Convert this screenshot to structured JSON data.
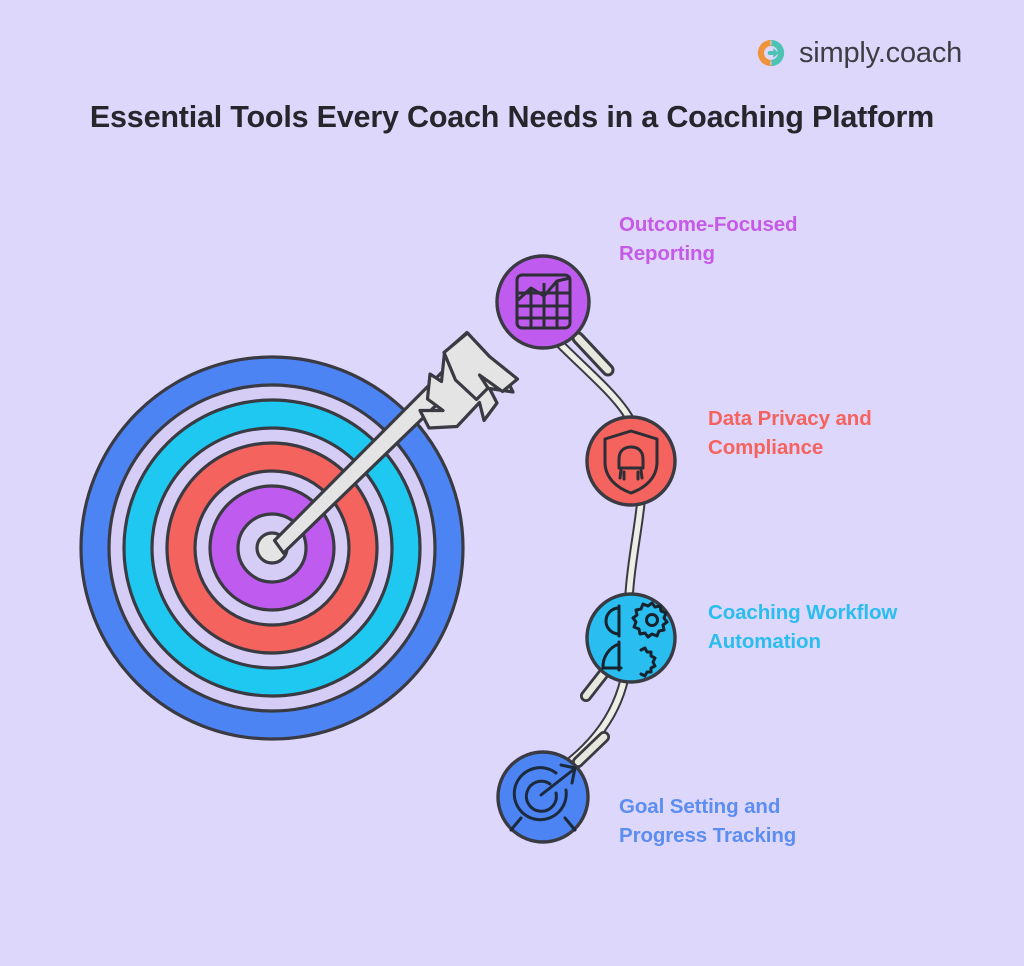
{
  "background_color": "#ded7fc",
  "brand": {
    "name": "simply.coach",
    "logo_icon": "simply-coach-circular-arrow-logo",
    "logo_colors": {
      "left_arc": "#f0943c",
      "right_arc": "#4cc3b5"
    }
  },
  "header": {
    "title": "Essential Tools Every Coach Needs in a Coaching Platform",
    "title_color": "#26262c"
  },
  "illustration": {
    "name": "target-with-arrow",
    "description": "Concentric ring dartboard struck by an arrow in the bullseye",
    "ring_colors": [
      "#4d84f3",
      "#1ec8f0",
      "#f4635e",
      "#bf5cef"
    ],
    "gap_color": "#d5cdf5",
    "outline_color": "#3a3a42",
    "arrow_color": "#e4e4e4"
  },
  "connector": {
    "name": "curved-connector-line",
    "stroke_color": "#efeee6",
    "outline_color": "#3a3a42"
  },
  "steps": [
    {
      "id": "outcome-focused-reporting",
      "label": "Outcome-Focused\nReporting",
      "color": "#c65ae8",
      "circle_color": "#bf5cef",
      "icon": "chart-magnifier-icon"
    },
    {
      "id": "data-privacy-and-compliance",
      "label": "Data Privacy and\nCompliance",
      "color": "#f4635e",
      "circle_color": "#f4635e",
      "icon": "shield-user-icon"
    },
    {
      "id": "coaching-workflow-automation",
      "label": "Coaching Workflow\nAutomation",
      "color": "#29bdf0",
      "circle_color": "#29bdf0",
      "icon": "person-gears-automation-icon"
    },
    {
      "id": "goal-setting-and-progress-tracking",
      "label": "Goal Setting and\nProgress Tracking",
      "color": "#5b8ef0",
      "circle_color": "#4d84f3",
      "icon": "target-arrow-magnifier-icon"
    }
  ]
}
